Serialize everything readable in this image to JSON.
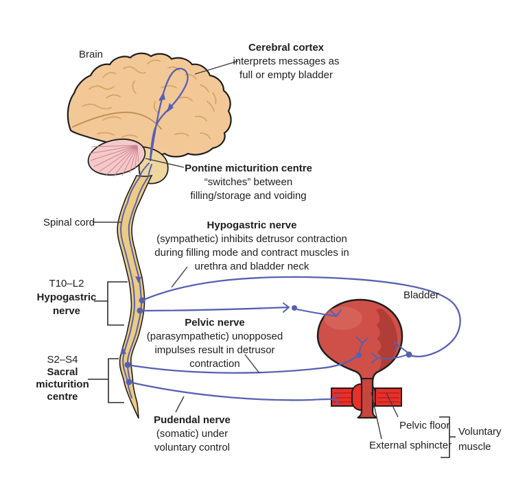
{
  "colors": {
    "nerve": "#5560b2",
    "brain": "#f3c897",
    "brain-sulci": "#d8a368",
    "fissure": "#c09055",
    "cerebellum": "#f5c9ca",
    "cerebellum-lines": "#cb8290",
    "stem": "#eed6a0",
    "cord": "#eccb83",
    "bladder": "#ce5048",
    "bladder-shade": "#b03d36",
    "bladder-highlight": "#d76a60",
    "muscle": "#e8302a",
    "muscle-dark": "#b01c16",
    "urethra": "#c8453c",
    "outline": "#1d1d1d",
    "text": "#1d1d1d",
    "pointer": "#3a3a3a"
  },
  "labels": {
    "brain": "Brain",
    "spinal_cord": "Spinal cord",
    "bladder": "Bladder",
    "pelvic_floor": "Pelvic floor",
    "external_sphincter": "External sphincter",
    "voluntary_muscle": [
      "Voluntary",
      "muscle"
    ]
  },
  "annotations": {
    "cerebral_cortex": {
      "title": "Cerebral cortex",
      "lines": [
        "interprets messages as",
        "full or empty bladder"
      ]
    },
    "pontine": {
      "title": "Pontine micturition centre",
      "lines": [
        "“switches” between",
        "filling/storage and voiding"
      ]
    },
    "hypogastric": {
      "title": "Hypogastric nerve",
      "lines": [
        "(sympathetic) inhibits detrusor contraction",
        "during filling mode and contract muscles in",
        "urethra and bladder neck"
      ]
    },
    "pelvic": {
      "title": "Pelvic nerve",
      "lines": [
        "(parasympathetic) unopposed",
        "impulses result in detrusor",
        "contraction"
      ]
    },
    "pudendal": {
      "title": "Pudendal nerve",
      "lines": [
        "(somatic) under",
        "voluntary control"
      ]
    }
  },
  "segments": {
    "hypogastric": {
      "level": "T10–L2",
      "lines": [
        "Hypogastric",
        "nerve"
      ]
    },
    "sacral": {
      "level": "S2–S4",
      "lines": [
        "Sacral",
        "micturition",
        "centre"
      ]
    }
  }
}
